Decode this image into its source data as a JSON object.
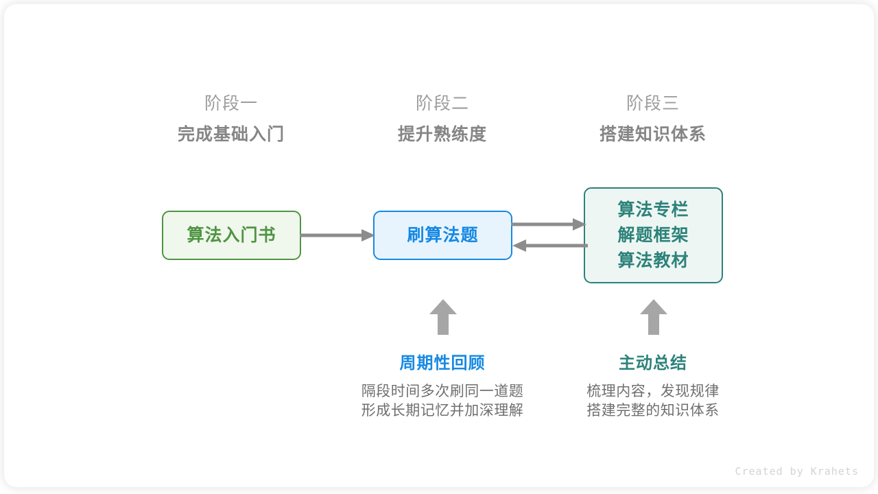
{
  "stages": [
    {
      "name": "阶段一",
      "title": "完成基础入门"
    },
    {
      "name": "阶段二",
      "title": "提升熟练度"
    },
    {
      "name": "阶段三",
      "title": "搭建知识体系"
    }
  ],
  "nodes": [
    {
      "id": "intro-book",
      "lines": [
        "算法入门书"
      ],
      "color": "#4f9443",
      "fill": "#f0f7ec"
    },
    {
      "id": "practice",
      "lines": [
        "刷算法题"
      ],
      "color": "#1689e3",
      "fill": "#e8f4fd"
    },
    {
      "id": "resources",
      "lines": [
        "算法专栏",
        "解题框架",
        "算法教材"
      ],
      "color": "#2c8279",
      "fill": "#eef6f4"
    }
  ],
  "notes": [
    {
      "id": "periodic-review",
      "title": "周期性回顾",
      "color": "#1689e3",
      "desc_lines": [
        "隔段时间多次刷同一道题",
        "形成长期记忆并加深理解"
      ]
    },
    {
      "id": "active-summary",
      "title": "主动总结",
      "color": "#2c8279",
      "desc_lines": [
        "梳理内容，发现规律",
        "搭建完整的知识体系"
      ]
    }
  ],
  "arrows": {
    "color": "#8c8c8c",
    "book_to_practice": "→",
    "practice_to_resources": "→",
    "resources_to_practice": "←",
    "up_arrow": "↑"
  },
  "watermark": "Created by Krahets"
}
